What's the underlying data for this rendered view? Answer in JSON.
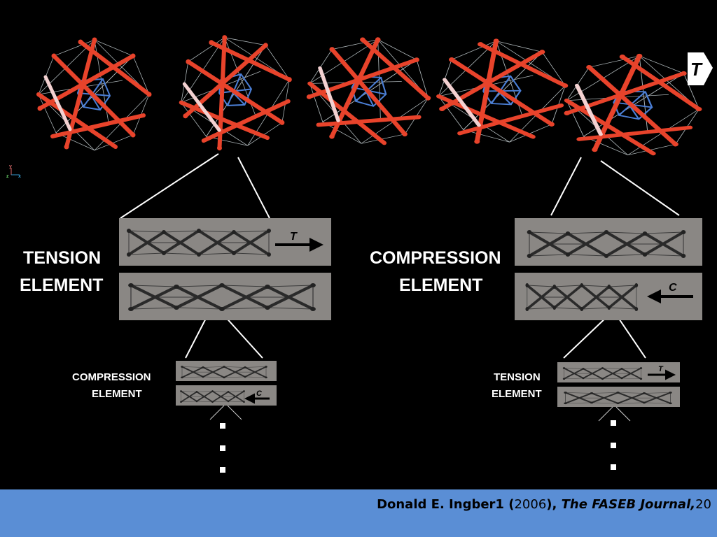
{
  "figure": {
    "top_arrow_label": "T",
    "left": {
      "title_line1": "TENSION",
      "title_line2": "ELEMENT",
      "arrow_label": "T",
      "sub_title_line1": "COMPRESSION",
      "sub_title_line2": "ELEMENT",
      "sub_arrow_label": "C"
    },
    "right": {
      "title_line1": "COMPRESSION",
      "title_line2": "ELEMENT",
      "arrow_label": "C",
      "sub_title_line1": "TENSION",
      "sub_title_line2": "ELEMENT",
      "sub_arrow_label": "T"
    },
    "axis_labels": {
      "y": "y",
      "z": "z",
      "x": "x"
    },
    "colors": {
      "strut": "#e8432b",
      "cable": "#c9d3d6",
      "nucleus": "#4b7fd6",
      "panel": "#8a8784",
      "footer": "#5a8ed5"
    }
  },
  "citation": {
    "author": "Donald E. Ingber1",
    "open_paren": "(",
    "year": "2006",
    "close_paren": ")",
    "comma": ",",
    "journal": "The FASEB Journal,",
    "volume": "20"
  }
}
